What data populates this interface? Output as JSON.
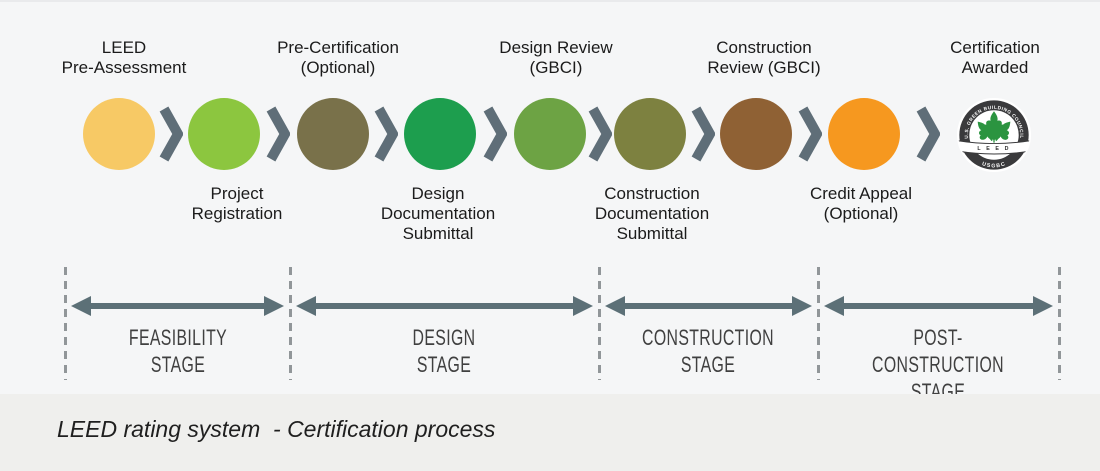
{
  "caption": "LEED rating system  - Certification process",
  "steps": [
    {
      "name": "leed-pre-assessment",
      "label": "LEED\nPre-Assessment",
      "label_position": "top",
      "color": "#f7c965"
    },
    {
      "name": "project-registration",
      "label": "Project\nRegistration",
      "label_position": "bottom",
      "color": "#8cc63f"
    },
    {
      "name": "pre-certification",
      "label": "Pre-Certification\n(Optional)",
      "label_position": "top",
      "color": "#79714a"
    },
    {
      "name": "design-documentation-submittal",
      "label": "Design\nDocumentation\nSubmittal",
      "label_position": "bottom",
      "color": "#1d9e4e"
    },
    {
      "name": "design-review",
      "label": "Design Review\n(GBCI)",
      "label_position": "top",
      "color": "#6da344"
    },
    {
      "name": "construction-documentation-submittal",
      "label": "Construction\nDocumentation\nSubmittal",
      "label_position": "bottom",
      "color": "#7d8140"
    },
    {
      "name": "construction-review",
      "label": "Construction\nReview (GBCI)",
      "label_position": "top",
      "color": "#8f6134"
    },
    {
      "name": "credit-appeal",
      "label": "Credit Appeal\n(Optional)",
      "label_position": "bottom",
      "color": "#f6981f"
    }
  ],
  "final_step": {
    "label": "Certification\nAwarded",
    "badge": {
      "ring_text": "U.S. GREEN BUILDING COUNCIL",
      "banner_text": "L E E D",
      "bottom_text": "USGBC"
    }
  },
  "stages": [
    {
      "label": "FEASIBILITY\nSTAGE"
    },
    {
      "label": "DESIGN\nSTAGE"
    },
    {
      "label": "CONSTRUCTION\nSTAGE"
    },
    {
      "label": "POST-CONSTRUCTION\nSTAGE"
    }
  ],
  "colors": {
    "bg-main": "#f5f6f7",
    "bg-strip": "#efefed",
    "chevron-color": "#5f6e78",
    "arrow-color": "#5c7077",
    "dash-color": "#919699",
    "badge-ring": "#3a3a3c",
    "leaf-green": "#2b9440"
  }
}
